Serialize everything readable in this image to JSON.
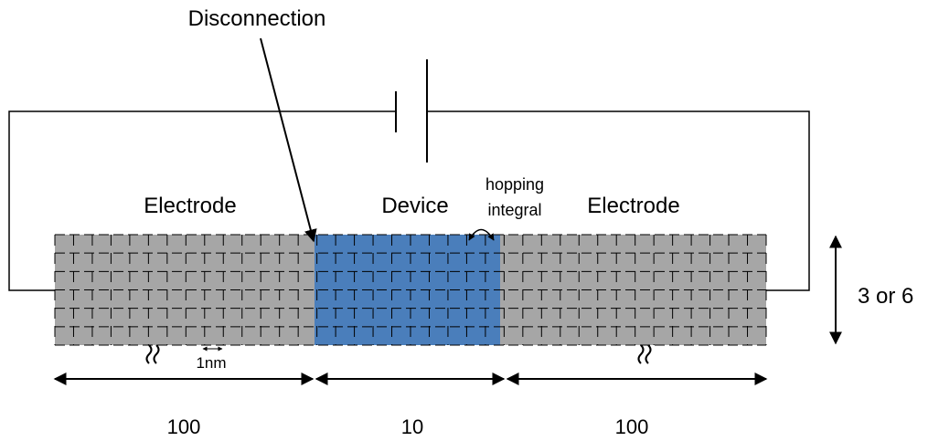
{
  "labels": {
    "disconnection": "Disconnection",
    "left_electrode": "Electrode",
    "device": "Device",
    "right_electrode": "Electrode",
    "hopping_line1": "hopping",
    "hopping_line2": "integral",
    "unit_length": "1nm",
    "width_note": "3 or 6"
  },
  "dimensions": {
    "left_length": "100",
    "device_length": "10",
    "right_length": "100"
  },
  "colors": {
    "electrode": "#a6a6a6",
    "device": "#4a7ebb",
    "wire": "#000000"
  }
}
